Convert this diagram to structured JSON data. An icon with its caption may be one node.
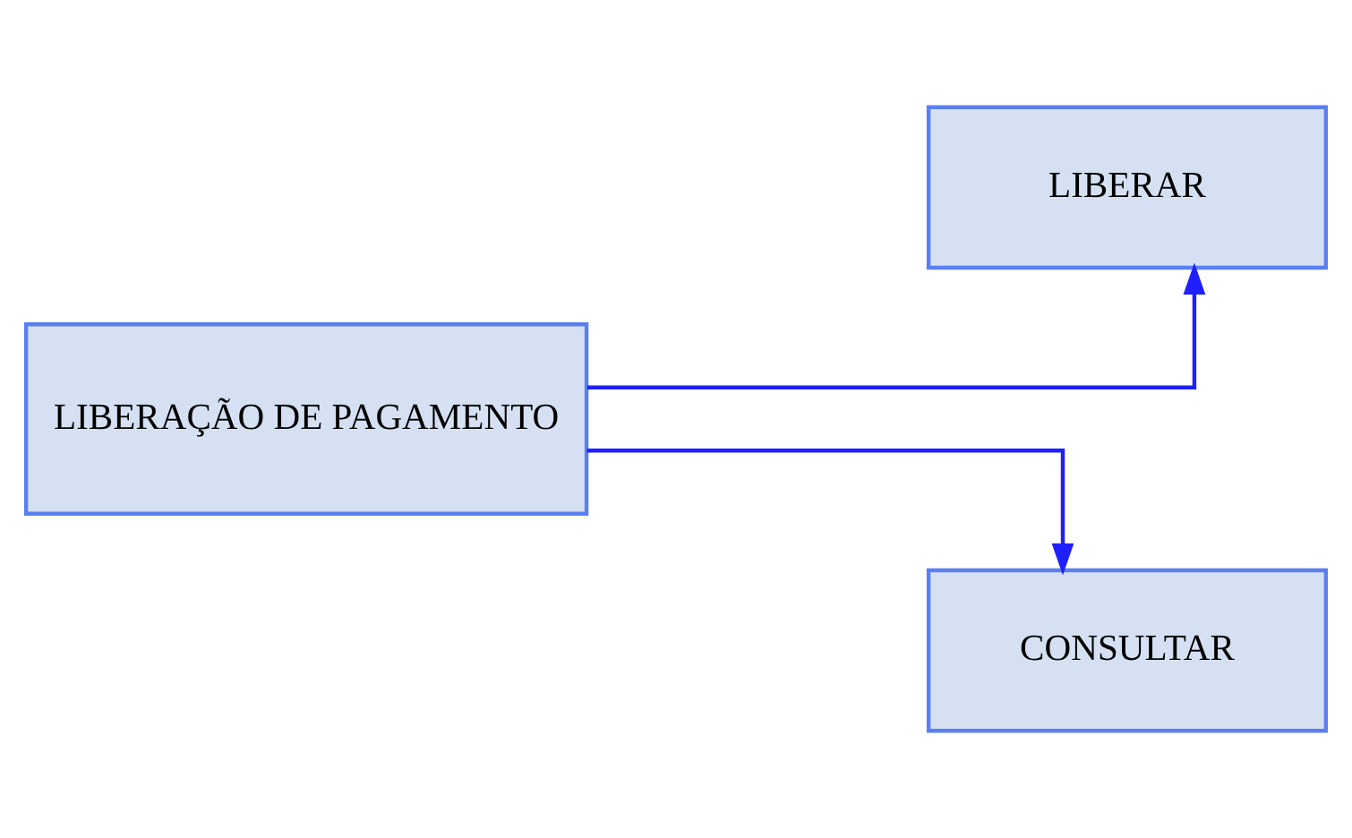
{
  "diagram": {
    "nodes": [
      {
        "text": [
          "LIBERAÇÃO DE PAGAMENTO"
        ]
      },
      {
        "text": [
          "LIBERAR"
        ]
      },
      {
        "text": [
          "CONSULTAR"
        ]
      }
    ],
    "edges": [
      {
        "from": 0,
        "to": 1,
        "arrow": "to"
      },
      {
        "from": 0,
        "to": 2,
        "arrow": "to"
      }
    ]
  }
}
